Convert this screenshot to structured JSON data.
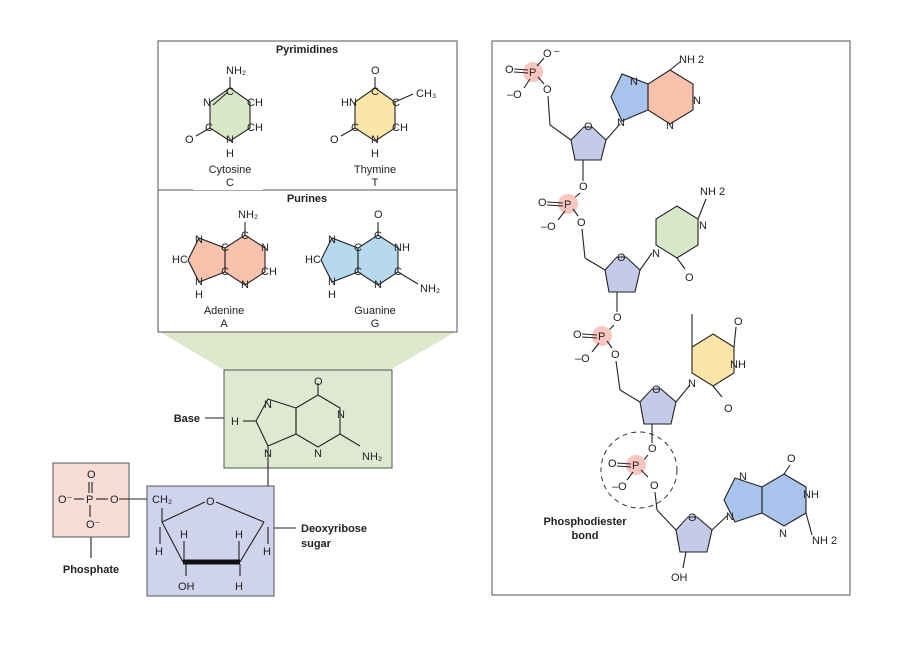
{
  "pyrimidines": {
    "title": "Pyrimidines",
    "cytosine": {
      "name": "Cytosine",
      "letter": "C"
    },
    "thymine": {
      "name": "Thymine",
      "letter": "T"
    }
  },
  "purines": {
    "title": "Purines",
    "adenine": {
      "name": "Adenine",
      "letter": "A"
    },
    "guanine": {
      "name": "Guanine",
      "letter": "G"
    }
  },
  "nucleotide": {
    "base_label": "Base",
    "phosphate_label": "Phosphate",
    "sugar_label_line1": "Deoxyribose",
    "sugar_label_line2": "sugar"
  },
  "strand": {
    "phosphodiester_line1": "Phosphodiester",
    "phosphodiester_line2": "bond"
  },
  "atoms": {
    "N": "N",
    "H": "H",
    "C": "C",
    "O": "O",
    "P": "P",
    "NH": "NH",
    "HN": "HN",
    "HC": "HC",
    "CH": "CH",
    "CH3": "CH₃",
    "NH2": "NH₂",
    "NH2_spaced": "NH 2",
    "OH": "OH",
    "CH2": "CH₂",
    "O_minus": "O⁻",
    "minus": "–",
    "minus_O": "–O"
  },
  "colors": {
    "cytosine": "#d9e8c8",
    "thymine": "#fde5a8",
    "adenine": "#f8c2ad",
    "guanine": "#b7d9ee",
    "phosphate_box": "#f8dcd6",
    "base_box": "#dfe9d2",
    "sugar_box": "#cfd3ec",
    "sugar_ring": "#c5cae9",
    "phosphate_glow": "#f9c6c0",
    "connector": "#dde8cc"
  }
}
